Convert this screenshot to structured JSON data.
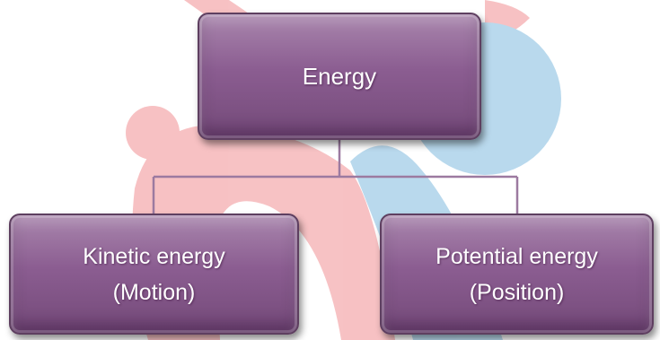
{
  "diagram": {
    "root": {
      "label": "Energy"
    },
    "children": [
      {
        "title": "Kinetic energy",
        "subtitle": "(Motion)"
      },
      {
        "title": "Potential energy",
        "subtitle": "(Position)"
      }
    ]
  },
  "colors": {
    "node_fill": "#8b5d91",
    "node_border": "#5e3f60",
    "connector": "#9c7aa0",
    "watermark_red": "#e8464b",
    "watermark_blue": "#2f8fc9"
  }
}
